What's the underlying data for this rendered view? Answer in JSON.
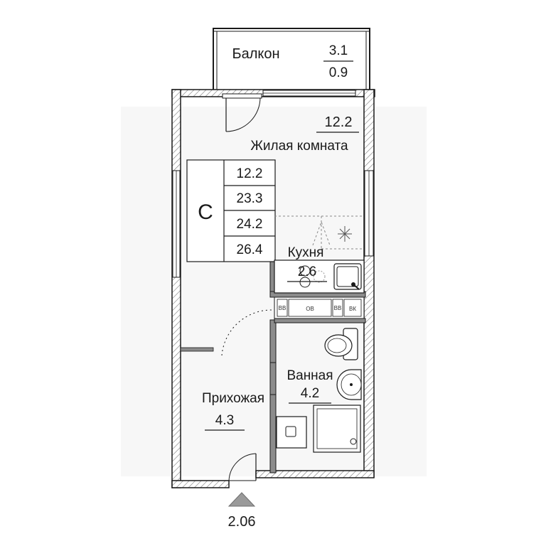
{
  "rooms": {
    "balcony": {
      "name": "Балкон",
      "area_total": "3.1",
      "area_reduced": "0.9"
    },
    "living": {
      "name": "Жилая комната",
      "area": "12.2"
    },
    "kitchen": {
      "name": "Кухня",
      "area": "2.6"
    },
    "bathroom": {
      "name": "Ванная",
      "area": "4.2"
    },
    "hallway": {
      "name": "Прихожая",
      "area": "4.3"
    }
  },
  "summary": {
    "type_letter": "С",
    "values": [
      "12.2",
      "23.3",
      "24.2",
      "26.4"
    ]
  },
  "appliances": {
    "vb_left": "ВВ",
    "ov": "ОВ",
    "vb_right": "ВВ",
    "vk": "ВК"
  },
  "entrance": {
    "elevation": "2.06"
  },
  "colors": {
    "wall": "#8c8c8c",
    "line": "#1a1a1a",
    "hatch": "#555555",
    "marker": "#9a9a9a"
  }
}
